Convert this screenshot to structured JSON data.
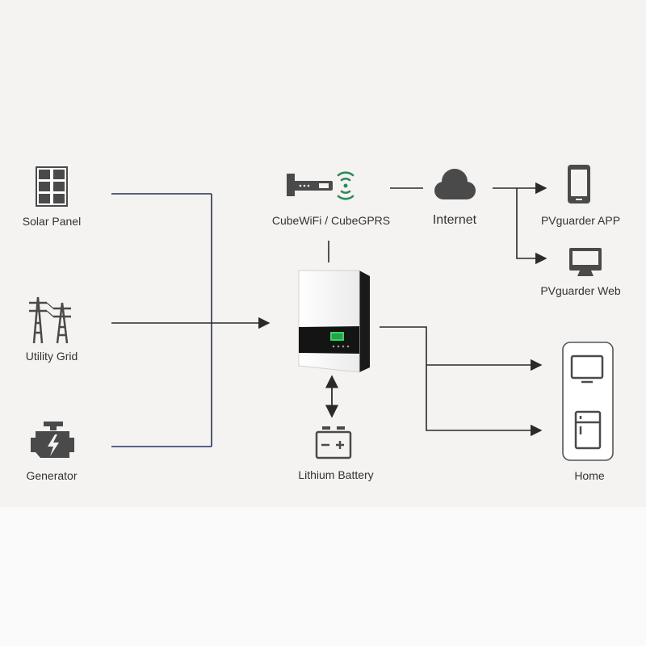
{
  "nodes": {
    "solar_panel": "Solar Panel",
    "utility_grid": "Utility Grid",
    "generator": "Generator",
    "cube": "CubeWiFi / CubeGPRS",
    "internet": "Internet",
    "app": "PVguarder APP",
    "web": "PVguarder Web",
    "battery": "Lithium Battery",
    "home": "Home"
  },
  "colors": {
    "line_dark": "#2a2a2a",
    "line_navy": "#26305a",
    "icon_gray": "#4a4a4a",
    "wifi_green": "#2f8a5a",
    "inverter_screen_green": "#3cd06a",
    "background": "#f4f3f2"
  },
  "icons": [
    "solar-panel-icon",
    "utility-grid-icon",
    "generator-icon",
    "cube-device-icon",
    "wifi-signal-icon",
    "cloud-icon",
    "smartphone-icon",
    "monitor-icon",
    "inverter-device",
    "battery-icon",
    "home-box",
    "tv-icon",
    "fridge-icon"
  ]
}
